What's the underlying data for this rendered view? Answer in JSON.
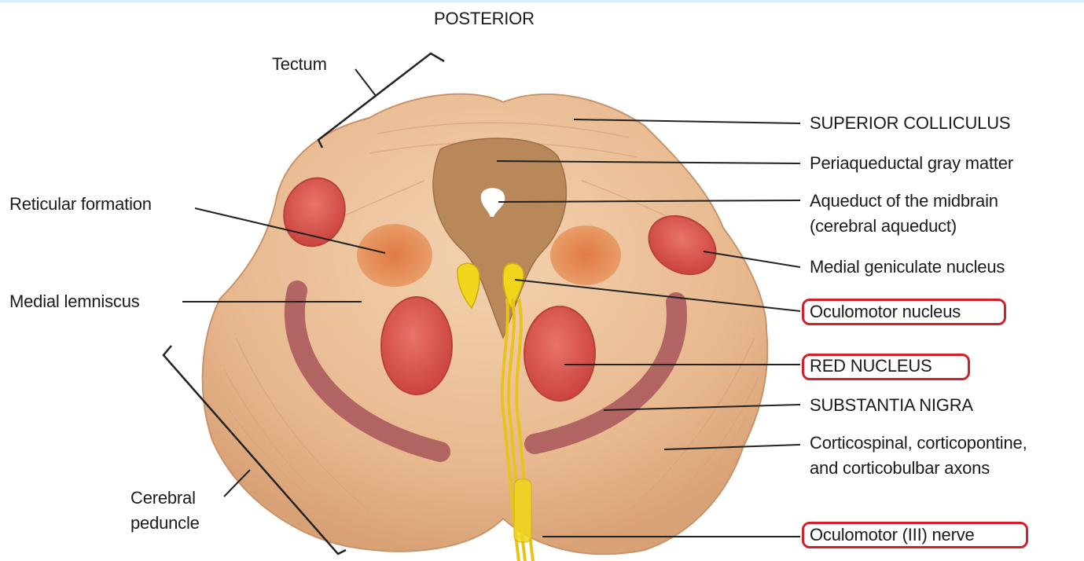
{
  "orientation": "POSTERIOR",
  "labels": {
    "tectum": "Tectum",
    "reticular_formation": "Reticular formation",
    "medial_lemniscus": "Medial lemniscus",
    "cerebral_peduncle_1": "Cerebral",
    "cerebral_peduncle_2": "peduncle",
    "superior_colliculus": "SUPERIOR COLLICULUS",
    "periaqueductal": "Periaqueductal gray matter",
    "aqueduct_1": "Aqueduct of the midbrain",
    "aqueduct_2": "(cerebral aqueduct)",
    "medial_geniculate": "Medial geniculate nucleus",
    "oculomotor_nucleus": "Oculomotor nucleus",
    "red_nucleus": "RED NUCLEUS",
    "substantia_nigra": "SUBSTANTIA NIGRA",
    "corticospinal_1": "Corticospinal, corticopontine,",
    "corticospinal_2": "and corticobulbar axons",
    "oculomotor_nerve": "Oculomotor (III) nerve"
  },
  "colors": {
    "tissue": "#e8b98f",
    "gray_matter": "#b8875a",
    "red_nucleus": "#d9554d",
    "substantia_nigra": "#a8555a",
    "oculomotor": "#f1d51d",
    "highlight_box": "#d2202a"
  }
}
